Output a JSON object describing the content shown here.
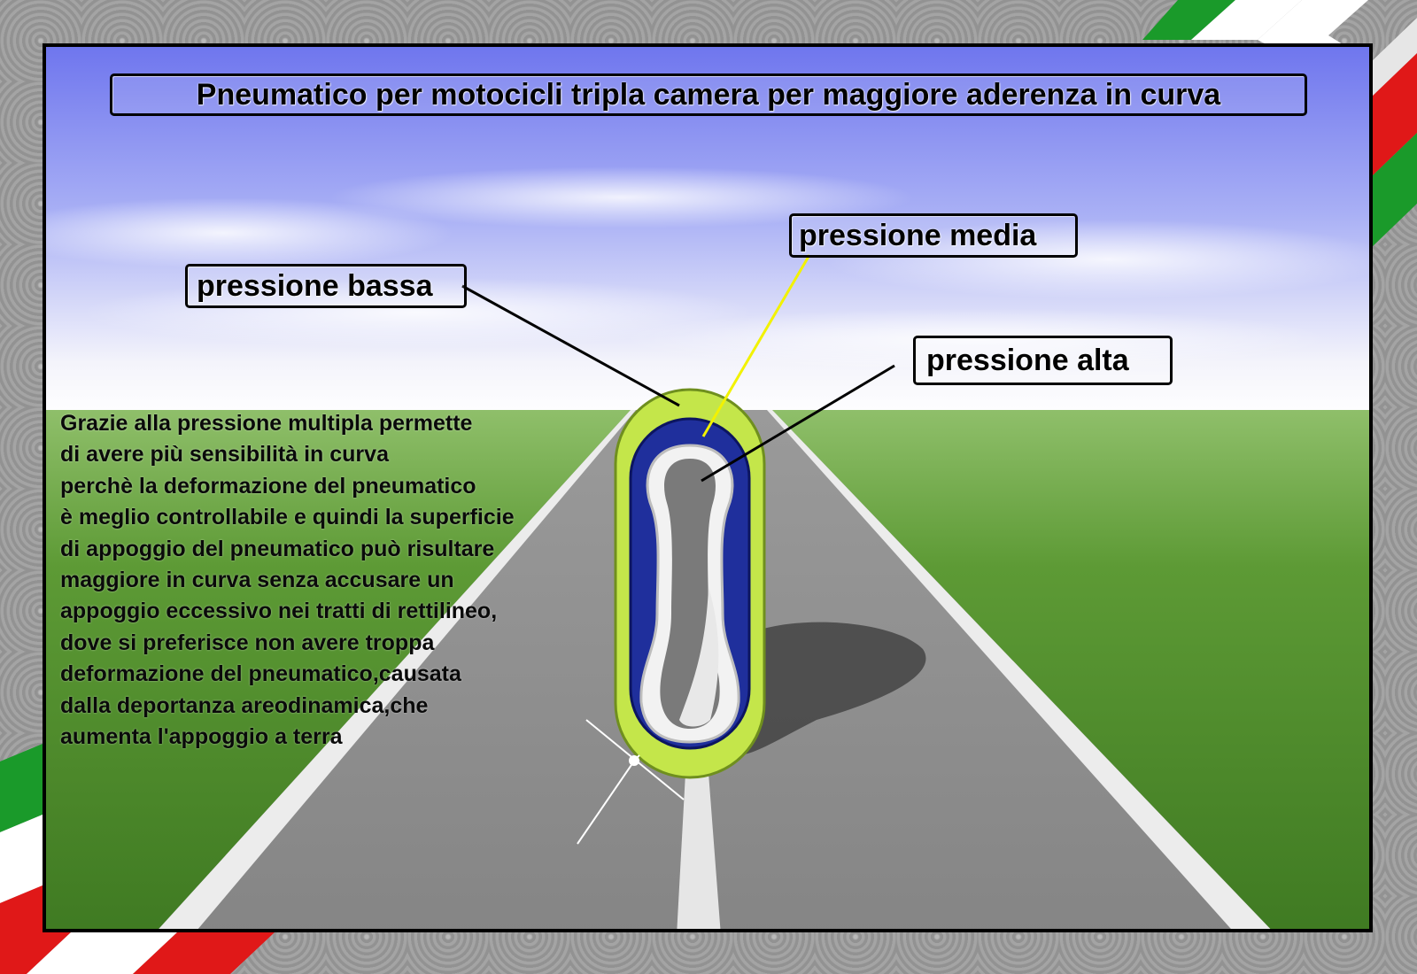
{
  "title": "Pneumatico per motocicli tripla camera per maggiore aderenza in curva",
  "labels": {
    "media": "pressione media",
    "bassa": "pressione bassa",
    "alta": "pressione alta"
  },
  "description": [
    "Grazie alla pressione multipla permette",
    "di avere più sensibilità in curva",
    "perchè la deformazione del pneumatico",
    "è meglio controllabile e quindi la superficie",
    "di appoggio del pneumatico può risultare",
    "maggiore in curva senza accusare un",
    "appoggio eccessivo nei tratti di rettilineo,",
    "dove si preferisce non avere troppa",
    "deformazione del pneumatico,causata",
    "dalla deportanza areodinamica,che",
    "aumenta l'appoggio a terra"
  ],
  "colors": {
    "sky": "#7f86f0",
    "grass": "#4f8a2a",
    "road": "#8e8e8e",
    "tire_outer": "#c4e64a",
    "tire_middle": "#1f2f9c",
    "tire_inner": "#f2f2f2",
    "flag_green": "#1a9a2a",
    "flag_white": "#ffffff",
    "flag_red": "#e01818"
  }
}
